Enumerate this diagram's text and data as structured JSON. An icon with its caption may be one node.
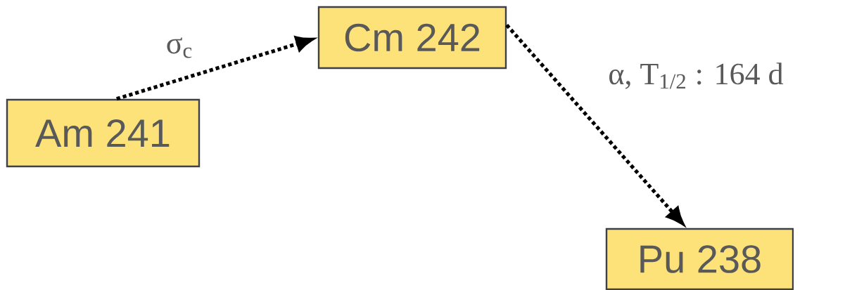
{
  "diagram": {
    "nodes": [
      {
        "text": [
          "Am 241"
        ]
      },
      {
        "text": [
          "Cm 242"
        ]
      },
      {
        "text": [
          "Pu 238"
        ]
      }
    ],
    "edges": [
      {
        "from": 0,
        "to": 1,
        "arrow": "to",
        "label": "σ$_{c}$"
      },
      {
        "from": 1,
        "to": 2,
        "arrow": "to",
        "label": "α, T$_{1/2}$ : 164 d"
      }
    ]
  }
}
